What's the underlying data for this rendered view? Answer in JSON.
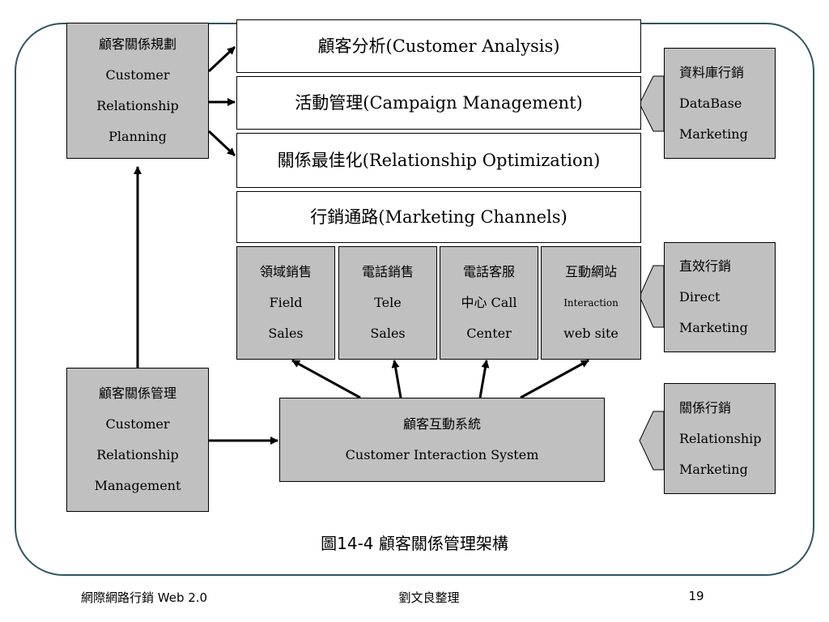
{
  "planning": {
    "zh": "顧客關係規劃",
    "en1": "Customer",
    "en2": "Relationship",
    "en3": "Planning"
  },
  "layers": [
    {
      "label": "顧客分析(Customer Analysis)"
    },
    {
      "label": "活動管理(Campaign Management)"
    },
    {
      "label": "關係最佳化(Relationship Optimization)"
    },
    {
      "label": "行銷通路(Marketing Channels)"
    }
  ],
  "channels": [
    {
      "zh": "領域銷售",
      "en1": "Field",
      "en2": "Sales"
    },
    {
      "zh": "電話銷售",
      "en1": "Tele",
      "en2": "Sales"
    },
    {
      "zh": "電話客服",
      "en1": "中心 Call",
      "en2": "Center"
    },
    {
      "zh": "互動網站",
      "en1": "Interaction",
      "en2": "web site"
    }
  ],
  "management": {
    "zh": "顧客關係管理",
    "en1": "Customer",
    "en2": "Relationship",
    "en3": "Management"
  },
  "interaction_system": {
    "zh": "顧客互動系統",
    "en": "Customer Interaction System"
  },
  "side_boxes": [
    {
      "zh": "資料庫行銷",
      "en1": "DataBase",
      "en2": "Marketing"
    },
    {
      "zh": "直效行銷",
      "en1": "Direct",
      "en2": "Marketing"
    },
    {
      "zh": "關係行銷",
      "en1": "Relationship",
      "en2": "Marketing"
    }
  ],
  "caption": "圖14-4  顧客關係管理架構",
  "footer": {
    "left": "網際網路行銷 Web 2.0",
    "center": "劉文良整理",
    "page": "19"
  }
}
